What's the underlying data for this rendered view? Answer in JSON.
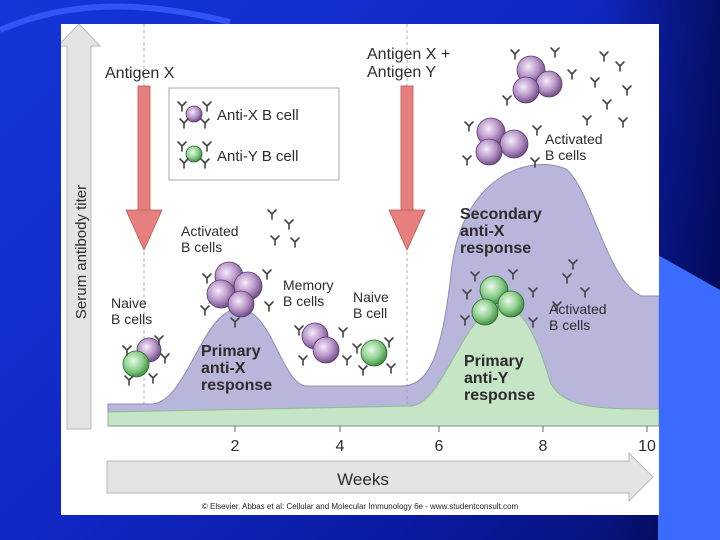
{
  "figure": {
    "y_axis_label": "Serum antibody titer",
    "x_axis_label": "Weeks",
    "x_ticks": [
      "2",
      "4",
      "6",
      "8",
      "10"
    ],
    "antigen_x_label": "Antigen X",
    "antigen_xy_label_line1": "Antigen X +",
    "antigen_xy_label_line2": "Antigen Y",
    "legend": {
      "anti_x": "Anti-X B cell",
      "anti_y": "Anti-Y B cell"
    },
    "labels": {
      "naive1_line1": "Naive",
      "naive1_line2": "B cells",
      "activated1_line1": "Activated",
      "activated1_line2": "B cells",
      "memory_line1": "Memory",
      "memory_line2": "B cells",
      "naive2_line1": "Naive",
      "naive2_line2": "B cell",
      "activated_top_line1": "Activated",
      "activated_top_line2": "B cells",
      "activated_right_line1": "Activated",
      "activated_right_line2": "B cells",
      "primary_x_line1": "Primary",
      "primary_x_line2": "anti-X",
      "primary_x_line3": "response",
      "secondary_x_line1": "Secondary",
      "secondary_x_line2": "anti-X",
      "secondary_x_line3": "response",
      "primary_y_line1": "Primary",
      "primary_y_line2": "anti-Y",
      "primary_y_line3": "response"
    },
    "credit": "© Elsevier. Abbas et al: Cellular and Molecular Immunology 6e - www.studentconsult.com"
  },
  "colors": {
    "anti_x_area": "#b9b6dc",
    "anti_y_area": "#c6e4c6",
    "arrow_red": "#e77f7f",
    "purple_cell": "#a685b8",
    "green_cell": "#7fc47f"
  }
}
